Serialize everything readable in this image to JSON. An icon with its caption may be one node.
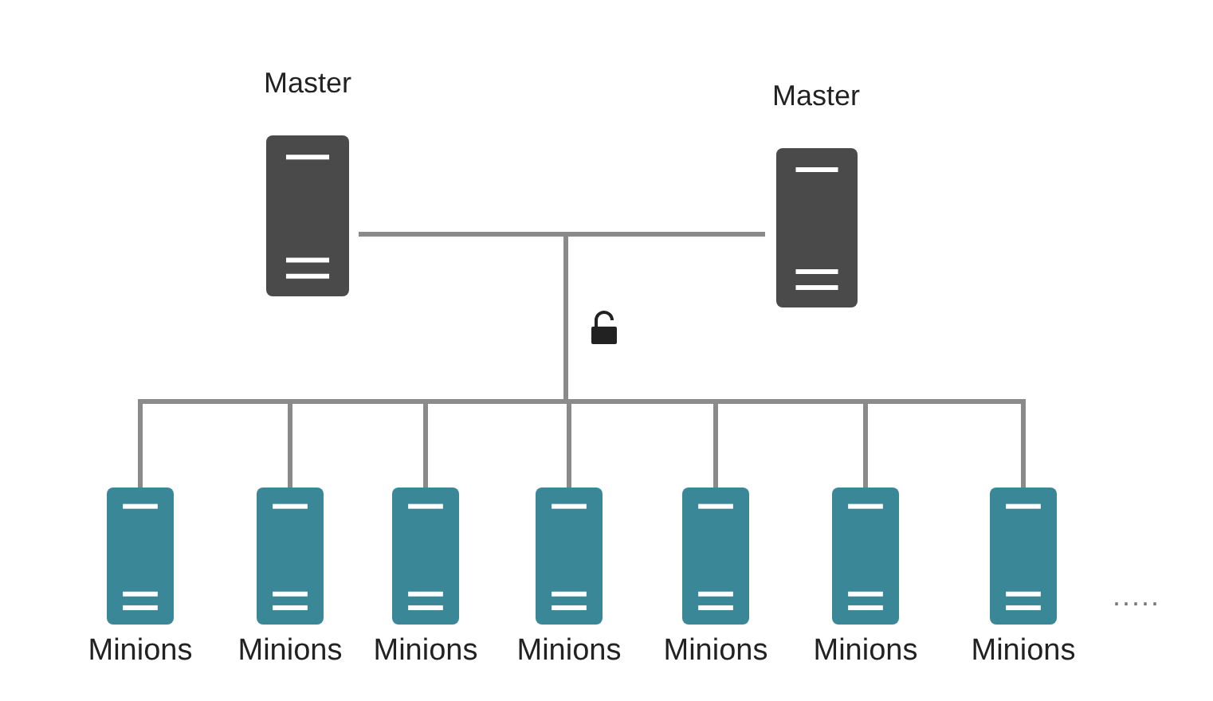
{
  "diagram": {
    "nodes": [
      {
        "text": [
          "Master"
        ]
      },
      {
        "text": [
          "Master"
        ]
      },
      {
        "text": [
          "Minions"
        ]
      },
      {
        "text": [
          "Minions"
        ]
      },
      {
        "text": [
          "Minions"
        ]
      },
      {
        "text": [
          "Minions"
        ]
      },
      {
        "text": [
          "Minions"
        ]
      },
      {
        "text": [
          "Minions"
        ]
      },
      {
        "text": [
          "Minions"
        ]
      }
    ],
    "edges": [
      {
        "from": 0,
        "to": 1,
        "arrow": "none"
      },
      {
        "from": 0,
        "to": 2,
        "arrow": "none"
      },
      {
        "from": 0,
        "to": 3,
        "arrow": "none"
      },
      {
        "from": 0,
        "to": 4,
        "arrow": "none"
      },
      {
        "from": 0,
        "to": 5,
        "arrow": "none"
      },
      {
        "from": 0,
        "to": 6,
        "arrow": "none"
      },
      {
        "from": 0,
        "to": 7,
        "arrow": "none"
      },
      {
        "from": 0,
        "to": 8,
        "arrow": "none"
      },
      {
        "from": 1,
        "to": 2,
        "arrow": "none"
      },
      {
        "from": 1,
        "to": 3,
        "arrow": "none"
      },
      {
        "from": 1,
        "to": 4,
        "arrow": "none"
      },
      {
        "from": 1,
        "to": 5,
        "arrow": "none"
      },
      {
        "from": 1,
        "to": 6,
        "arrow": "none"
      },
      {
        "from": 1,
        "to": 7,
        "arrow": "none"
      },
      {
        "from": 1,
        "to": 8,
        "arrow": "none"
      }
    ],
    "labels": [
      "....."
    ]
  }
}
